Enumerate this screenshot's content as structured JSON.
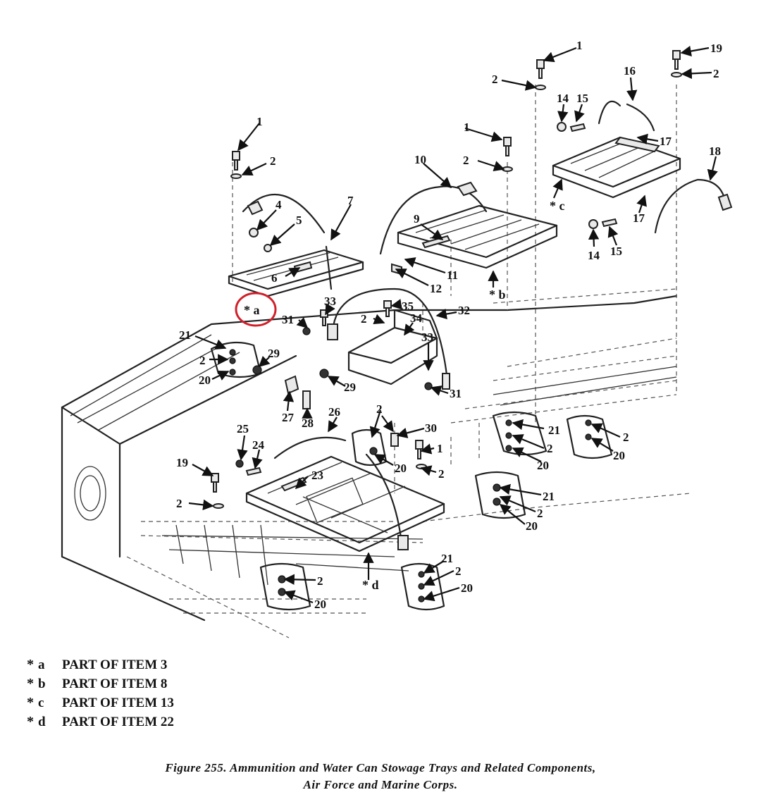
{
  "figure": {
    "callouts": [
      "1",
      "2",
      "4",
      "5",
      "6",
      "7",
      "9",
      "10",
      "11",
      "12",
      "14",
      "15",
      "16",
      "17",
      "18",
      "19",
      "20",
      "21",
      "23",
      "24",
      "25",
      "26",
      "27",
      "28",
      "29",
      "30",
      "31",
      "32",
      "33",
      "34",
      "35"
    ],
    "subassemblies": [
      "* a",
      "* b",
      "* c",
      "* d"
    ],
    "highlight_color": "#d0202a",
    "highlighted_label": "* a"
  },
  "legend": [
    {
      "star": "*",
      "key": "a",
      "text": "PART OF ITEM 3"
    },
    {
      "star": "*",
      "key": "b",
      "text": "PART OF ITEM 8"
    },
    {
      "star": "*",
      "key": "c",
      "text": "PART OF ITEM 13"
    },
    {
      "star": "*",
      "key": "d",
      "text": "PART OF ITEM 22"
    }
  ],
  "caption": {
    "line1": "Figure 255.  Ammunition and Water Can Stowage Trays and Related Components,",
    "line2": "Air Force and Marine Corps."
  }
}
